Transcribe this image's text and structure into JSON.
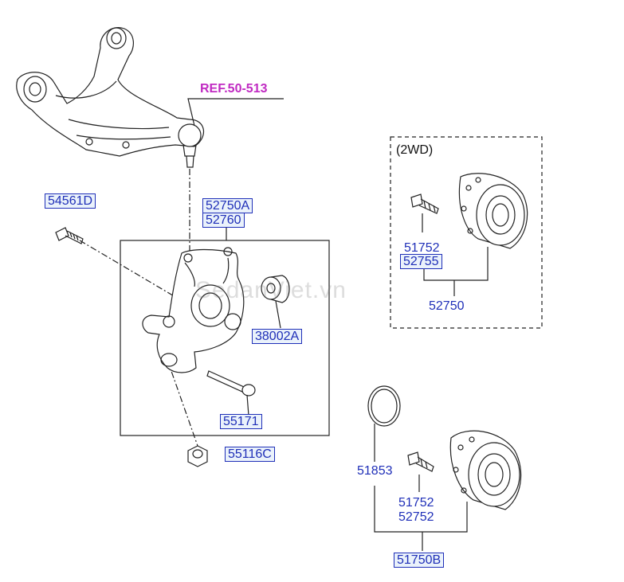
{
  "reference": "REF.50-513",
  "variant_label": "(2WD)",
  "watermark": "SedanViet.vn",
  "parts": {
    "bolt_upper": "54561D",
    "knuckle_a": "52750A",
    "knuckle_b": "52760",
    "bushing": "38002A",
    "pin": "55171",
    "nut_lower": "55116C",
    "hub_bolt_2wd": "51752",
    "hub_sub_2wd": "52755",
    "hub_assy_2wd": "52750",
    "snap_ring": "51853",
    "hub_bolt": "51752",
    "hub_sub": "52752",
    "hub_assy": "51750B"
  }
}
